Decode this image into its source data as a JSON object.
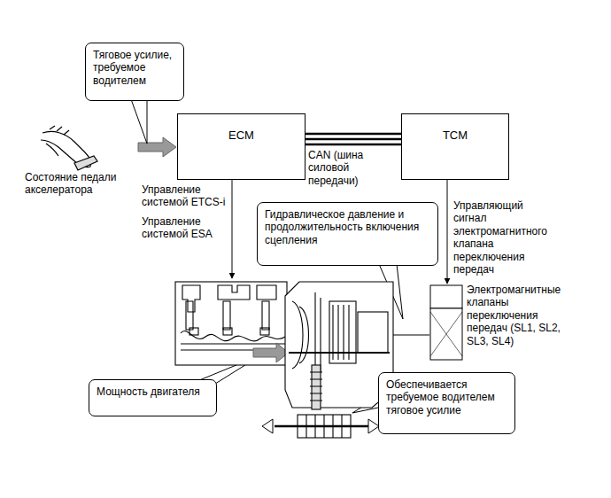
{
  "diagram": {
    "nodes": [
      {
        "text": [
          "Тяговое усилие, требуемое водителем"
        ]
      },
      {
        "text": [
          "ECM"
        ]
      },
      {
        "text": [
          "TCM"
        ]
      },
      {
        "text": [
          "Гидравлическое давление и продолжительность включения сцепления"
        ]
      },
      {
        "text": [
          "Мощность двигателя"
        ]
      },
      {
        "text": [
          "Обеспечивается требуемое водителем тяговое усилие"
        ]
      }
    ],
    "edges": [
      {
        "from": 1,
        "to": 2,
        "arrow": "none",
        "label": "CAN (шина силовой передачи)"
      }
    ],
    "labels": [
      "Состояние педали акселератора",
      "Управление системой ETCS-i",
      "Управление системой ESA",
      "Управляющий сигнал электромагнитного клапана переключения передач",
      "Электромагнитные клапаны переключения передач (SL1, SL2, SL3, SL4)"
    ]
  }
}
